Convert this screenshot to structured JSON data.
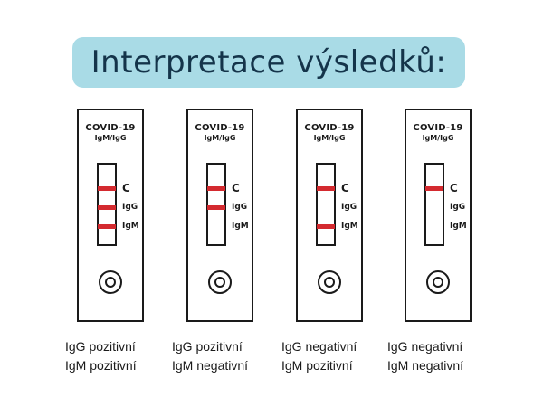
{
  "title": "Interpretace výsledků:",
  "colors": {
    "banner": "#a9dbe6",
    "band": "#d42a2f",
    "outline": "#1a1a1a"
  },
  "cassettes": [
    {
      "brand": "COVID-19",
      "model": "IgM/IgG",
      "mark_c": "C",
      "mark_igg": "IgG",
      "mark_igm": "IgM",
      "bands": {
        "c": true,
        "igg": true,
        "igm": true
      },
      "caption_line1": "IgG pozitivní",
      "caption_line2": "IgM pozitivní"
    },
    {
      "brand": "COVID-19",
      "model": "IgM/IgG",
      "mark_c": "C",
      "mark_igg": "IgG",
      "mark_igm": "IgM",
      "bands": {
        "c": true,
        "igg": true,
        "igm": false
      },
      "caption_line1": "IgG pozitivní",
      "caption_line2": "IgM negativní"
    },
    {
      "brand": "COVID-19",
      "model": "IgM/IgG",
      "mark_c": "C",
      "mark_igg": "IgG",
      "mark_igm": "IgM",
      "bands": {
        "c": true,
        "igg": false,
        "igm": true
      },
      "caption_line1": "IgG negativní",
      "caption_line2": "IgM pozitivní"
    },
    {
      "brand": "COVID-19",
      "model": "IgM/IgG",
      "mark_c": "C",
      "mark_igg": "IgG",
      "mark_igm": "IgM",
      "bands": {
        "c": true,
        "igg": false,
        "igm": false
      },
      "caption_line1": "IgG negativní",
      "caption_line2": "IgM negativní"
    }
  ]
}
